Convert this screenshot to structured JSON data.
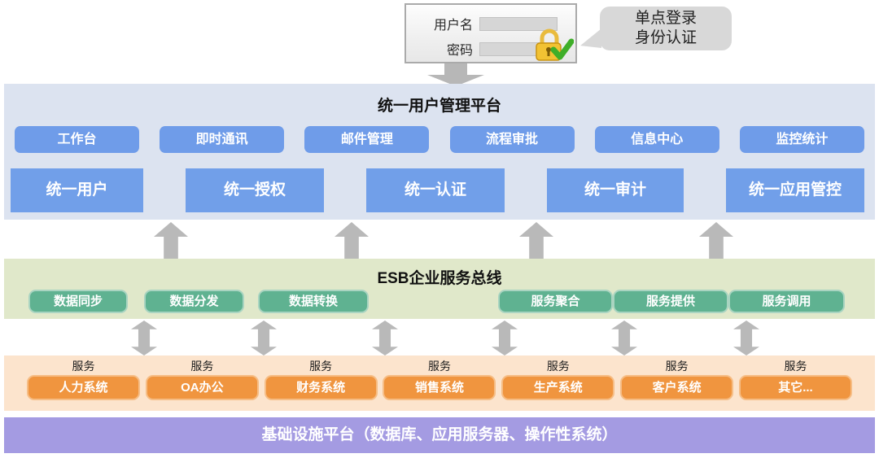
{
  "login": {
    "username_label": "用户名",
    "password_label": "密码",
    "bubble_line1": "单点登录",
    "bubble_line2": "身份认证"
  },
  "platform": {
    "title": "统一用户管理平台",
    "apps": [
      "工作台",
      "即时通讯",
      "邮件管理",
      "流程审批",
      "信息中心",
      "监控统计"
    ],
    "services": [
      "统一用户",
      "统一授权",
      "统一认证",
      "统一审计",
      "统一应用管控"
    ]
  },
  "esb": {
    "title": "ESB企业服务总线",
    "left_functions": [
      "数据同步",
      "数据分发",
      "数据转换"
    ],
    "right_functions": [
      "服务聚合",
      "服务提供",
      "服务调用"
    ]
  },
  "systems": {
    "service_label": "服务",
    "items": [
      "人力系统",
      "OA办公",
      "财务系统",
      "销售系统",
      "生产系统",
      "客户系统",
      "其它..."
    ]
  },
  "infrastructure": {
    "title": "基础设施平台（数据库、应用服务器、操作性系统）"
  },
  "colors": {
    "platform_panel_bg": "#dce3f0",
    "platform_button": "#6f9ce9",
    "esb_panel_bg": "#e0e8ca",
    "esb_button": "#5fb291",
    "systems_panel_bg": "#fce4cd",
    "systems_button": "#f0953f",
    "infrastructure_bar": "#a49be2",
    "arrow_gray": "#b9b9b9",
    "lock_gold": "#f2c233",
    "check_green": "#3fae29"
  }
}
